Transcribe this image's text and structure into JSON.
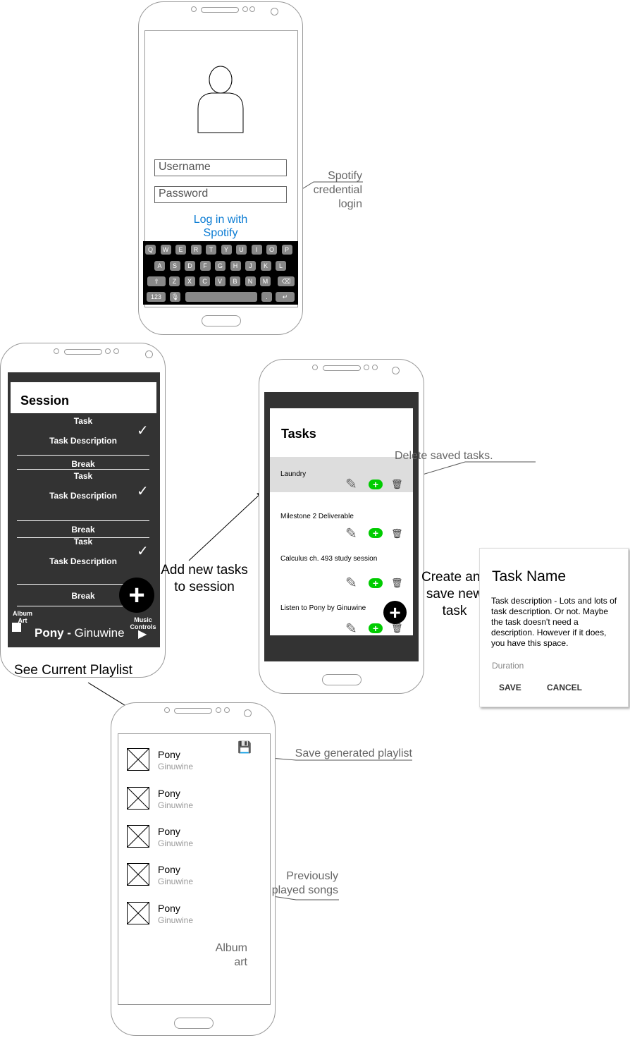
{
  "login": {
    "username_placeholder": "Username",
    "password_placeholder": "Password",
    "spotify_link": "Log in with Spotify",
    "keyboard_row1": [
      "Q",
      "W",
      "E",
      "R",
      "T",
      "Y",
      "U",
      "I",
      "O",
      "P"
    ],
    "keyboard_row2": [
      "A",
      "S",
      "D",
      "F",
      "G",
      "H",
      "J",
      "K",
      "L"
    ],
    "keyboard_row3": [
      "Z",
      "X",
      "C",
      "V",
      "B",
      "N",
      "M"
    ],
    "key_123": "123",
    "key_dot": "."
  },
  "session": {
    "title": "Session",
    "task_label": "Task",
    "task_description": "Task Description",
    "break_label": "Break",
    "check": "✓",
    "album_art_label": "Album Art",
    "music_controls_label": "Music Controls",
    "now_playing_song": "Pony",
    "now_playing_sep": " - ",
    "now_playing_artist": "Ginuwine",
    "play_icon": "▶",
    "fab_icon": "+"
  },
  "tasks": {
    "title": "Tasks",
    "items": [
      "Laundry",
      "Milestone 2 Deliverable",
      "Calculus ch. 493 study session",
      "Listen to Pony by Ginuwine"
    ],
    "fab_icon": "+"
  },
  "dialog": {
    "title": "Task Name",
    "description": "Task description - Lots and lots of task description. Or not. Maybe the task doesn't need a description. However if it does, you have this space.",
    "duration_label": "Duration",
    "save_label": "SAVE",
    "cancel_label": "CANCEL"
  },
  "playlist": {
    "songs": [
      {
        "title": "Pony",
        "artist": "Ginuwine"
      },
      {
        "title": "Pony",
        "artist": "Ginuwine"
      },
      {
        "title": "Pony",
        "artist": "Ginuwine"
      },
      {
        "title": "Pony",
        "artist": "Ginuwine"
      },
      {
        "title": "Pony",
        "artist": "Ginuwine"
      }
    ]
  },
  "annotations": {
    "spotify_login": "Spotify credential login",
    "add_tasks": "Add new tasks to session",
    "see_playlist": "See Current Playlist",
    "delete_tasks": "Delete saved tasks.",
    "create_task": "Create and save new task",
    "save_playlist": "Save generated playlist",
    "previous_songs": "Previously played songs",
    "album_art": "Album art"
  }
}
